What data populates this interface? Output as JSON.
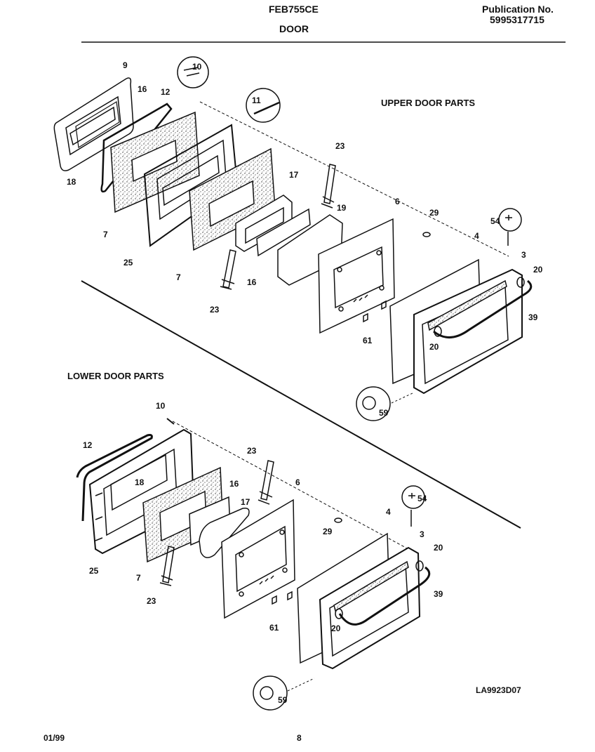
{
  "header": {
    "model": "FEB755CE",
    "section": "DOOR",
    "publication_label": "Publication No.",
    "publication_number": "5995317715"
  },
  "sections": {
    "upper_title": "UPPER DOOR PARTS",
    "lower_title": "LOWER DOOR PARTS"
  },
  "upper_parts": [
    "9",
    "16",
    "12",
    "18",
    "7",
    "25",
    "7",
    "10",
    "11",
    "23",
    "17",
    "19",
    "16",
    "23",
    "6",
    "29",
    "54",
    "4",
    "3",
    "20",
    "39",
    "61",
    "20",
    "59"
  ],
  "lower_parts": [
    "10",
    "12",
    "18",
    "25",
    "7",
    "23",
    "23",
    "16",
    "17",
    "6",
    "29",
    "54",
    "4",
    "3",
    "20",
    "39",
    "61",
    "20",
    "59"
  ],
  "drawing_code": "LA9923D07",
  "footer": {
    "date": "01/99",
    "page": "8"
  }
}
